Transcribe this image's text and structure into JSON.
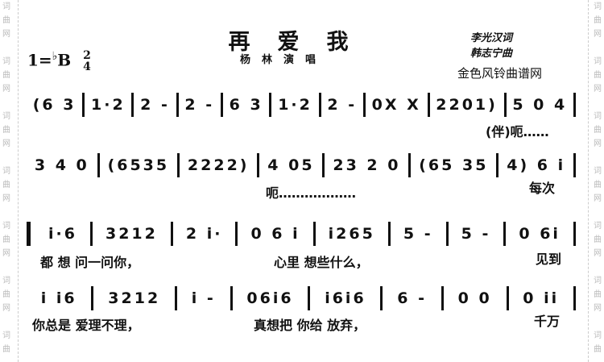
{
  "watermark": [
    "词",
    "曲",
    "网",
    "",
    "词",
    "曲",
    "网",
    "",
    "词",
    "曲",
    "网",
    "",
    "词",
    "曲",
    "网",
    "",
    "词",
    "曲",
    "网",
    "",
    "词",
    "曲",
    "网",
    "",
    "词",
    "曲"
  ],
  "header": {
    "title": "再爱我",
    "singer": "杨林演唱",
    "lyricist": "李光汉词",
    "composer": "韩志宁曲",
    "site": "金色风铃曲谱网",
    "key_prefix": "1=",
    "key_flat": "♭",
    "key_note": "B",
    "time_top": "2",
    "time_bottom": "4"
  },
  "systems": [
    {
      "measures": [
        "(6 3",
        "1·2",
        "2 -",
        "2 -",
        "6 3",
        "1·2",
        "2 -",
        "0X X",
        "2201)",
        "5 0 4"
      ],
      "repeat_start": false
    },
    {
      "measures": [
        "3 4 0",
        "(6535",
        "2222)",
        "4 05",
        "23 2 0",
        "(65 35",
        "4) 6 i"
      ],
      "repeat_start": false
    },
    {
      "measures": [
        "i·6",
        "3212",
        "2 i·",
        "0 6 i",
        "i265",
        "5 -",
        "5 -",
        "0 6i"
      ],
      "repeat_start": true
    },
    {
      "measures": [
        "i i6",
        "3212",
        "i -",
        "06i6",
        "i6i6",
        "6 -",
        "0 0",
        "0 ii"
      ],
      "repeat_start": false
    }
  ],
  "lyrics": {
    "l1a": "(伴)呃……",
    "l2a": "呃………………",
    "l2b": "每次",
    "l3a": "都 想 问一问你，",
    "l3b": "心里  想些什么，",
    "l3c": "见到",
    "l4a": "你总是 爱理不理，",
    "l4b": "真想把  你给 放弃，",
    "l4c": "千万"
  }
}
